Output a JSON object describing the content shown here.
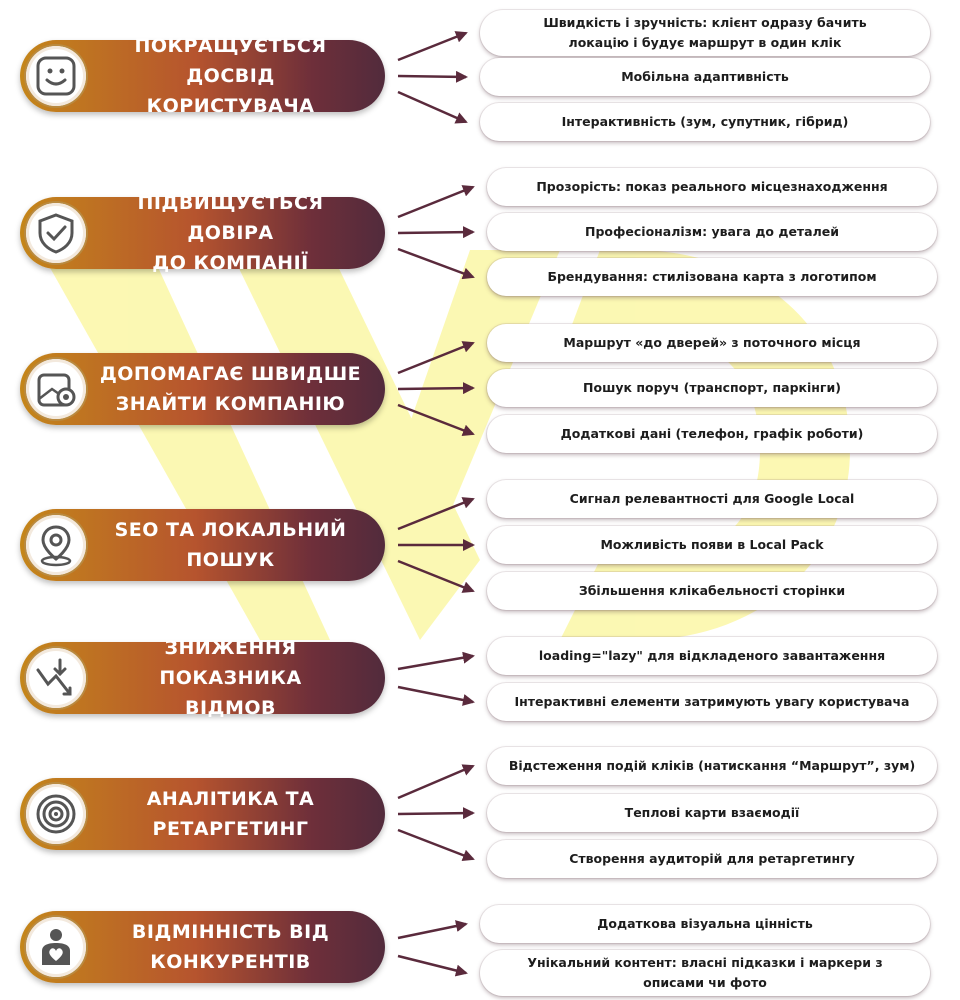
{
  "colors": {
    "pill_start": "#c4861a",
    "pill_end": "#522b3c",
    "arrow": "#5a2a3c",
    "watermark": "#fbf7a6"
  },
  "sections": [
    {
      "title": "ПОКРАЩУЄТЬСЯ ДОСВІД\nКОРИСТУВАЧА",
      "icon": "smiley-face-icon",
      "items": [
        "Швидкість і зручність: клієнт одразу бачить\nлокацію і будує маршрут в один клік",
        "Мобільна адаптивність",
        "Інтерактивність (зум, супутник, гібрид)"
      ]
    },
    {
      "title": "ПІДВИЩУЄТЬСЯ ДОВІРА\nДО КОМПАНІЇ",
      "icon": "shield-check-icon",
      "items": [
        "Прозорість: показ реального місцезнаходження",
        "Професіоналізм: увага до деталей",
        "Брендування: стилізована карта з логотипом"
      ]
    },
    {
      "title": "ДОПОМАГАЄ ШВИДШЕ\nЗНАЙТИ КОМПАНІЮ",
      "icon": "map-location-icon",
      "items": [
        "Маршрут «до дверей» з поточного місця",
        "Пошук поруч (транспорт, паркінги)",
        "Додаткові дані (телефон, графік роботи)"
      ]
    },
    {
      "title": "SEO ТА ЛОКАЛЬНИЙ\nПОШУК",
      "icon": "location-pin-icon",
      "items": [
        "Сигнал релевантності для Google Local",
        "Можливість появи в Local Pack",
        "Збільшення клікабельності сторінки"
      ]
    },
    {
      "title": "ЗНИЖЕННЯ ПОКАЗНИКА\nВІДМОВ",
      "icon": "downtrend-arrow-icon",
      "items": [
        "loading=\"lazy\" для відкладеного завантаження",
        "Інтерактивні елементи затримують увагу користувача"
      ]
    },
    {
      "title": "АНАЛІТИКА ТА\nРЕТАРГЕТИНГ",
      "icon": "target-icon",
      "items": [
        "Відстеження подій кліків (натискання “Маршрут”, зум)",
        "Теплові карти взаємодії",
        "Створення аудиторій для ретаргетингу"
      ]
    },
    {
      "title": "ВІДМІННІСТЬ ВІД\nКОНКУРЕНТІВ",
      "icon": "person-heart-icon",
      "items": [
        "Додаткова візуальна цінність",
        "Унікальний контент: власні підказки і маркери з\nописами чи фото"
      ]
    }
  ]
}
